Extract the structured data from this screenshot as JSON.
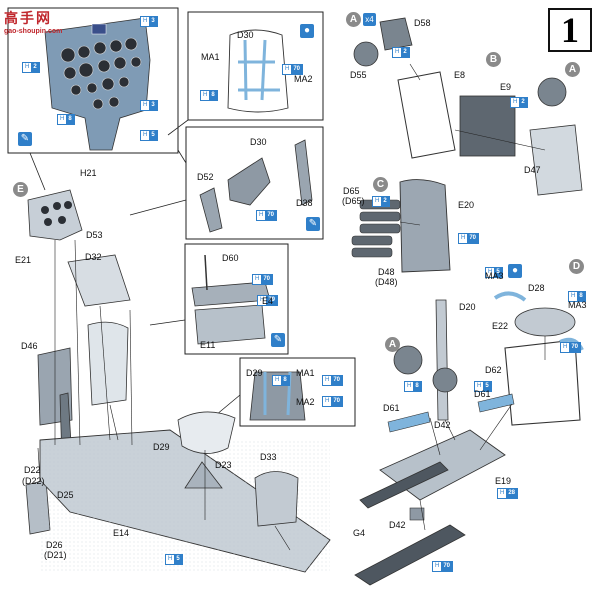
{
  "step_number": "1",
  "watermark": {
    "text": "高手网",
    "url": "gao-shoupin.com"
  },
  "assembly_circles": [
    "A",
    "B",
    "C",
    "D",
    "E",
    "A",
    "A"
  ],
  "quantity_badge": "x4",
  "part_labels": {
    "D30_top": "D30",
    "MA1_top": "MA1",
    "MA2_top": "MA2",
    "D30_mid": "D30",
    "D52": "D52",
    "D38": "D38",
    "H21": "H21",
    "D53": "D53",
    "E21": "E21",
    "D32": "D32",
    "D60": "D60",
    "E4": "E4",
    "E11": "E11",
    "D46": "D46",
    "D29_box": "D29",
    "MA1_box": "MA1",
    "MA2_box": "MA2",
    "D29": "D29",
    "D23": "D23",
    "D33": "D33",
    "D22": "D22",
    "D22p": "(D22)",
    "D25": "D25",
    "D26": "D26",
    "D21p": "(D21)",
    "E14": "E14",
    "D58": "D58",
    "D55": "D55",
    "E8": "E8",
    "E9": "E9",
    "D47": "D47",
    "D65": "D65",
    "D65p": "(D65)",
    "E20": "E20",
    "D48": "D48",
    "D48p": "(D48)",
    "MA3_l": "MA3",
    "D28": "D28",
    "MA3_r": "MA3",
    "E22": "E22",
    "D20": "D20",
    "D61_l": "D61",
    "D62": "D62",
    "D61_r": "D61",
    "D42_top": "D42",
    "E19": "E19",
    "D42_bot": "D42",
    "G4": "G4"
  },
  "color_badges": [
    {
      "code": "H",
      "num": "3"
    },
    {
      "code": "H",
      "num": "2"
    },
    {
      "code": "H",
      "num": "8"
    },
    {
      "code": "H",
      "num": "5"
    },
    {
      "code": "H",
      "num": "3"
    },
    {
      "code": "H",
      "num": "70"
    },
    {
      "code": "H",
      "num": "8"
    },
    {
      "code": "H",
      "num": "70"
    },
    {
      "code": "H",
      "num": "70"
    },
    {
      "code": "H",
      "num": "79"
    },
    {
      "code": "H",
      "num": "8"
    },
    {
      "code": "H",
      "num": "70"
    },
    {
      "code": "H",
      "num": "70"
    },
    {
      "code": "H",
      "num": "2"
    },
    {
      "code": "H",
      "num": "2"
    },
    {
      "code": "H",
      "num": "2"
    },
    {
      "code": "H",
      "num": "70"
    },
    {
      "code": "H",
      "num": "5"
    },
    {
      "code": "H",
      "num": "8"
    },
    {
      "code": "H",
      "num": "8"
    },
    {
      "code": "H",
      "num": "5"
    },
    {
      "code": "H",
      "num": "70"
    },
    {
      "code": "H",
      "num": "28"
    },
    {
      "code": "H",
      "num": "5"
    },
    {
      "code": "H",
      "num": "70"
    }
  ]
}
